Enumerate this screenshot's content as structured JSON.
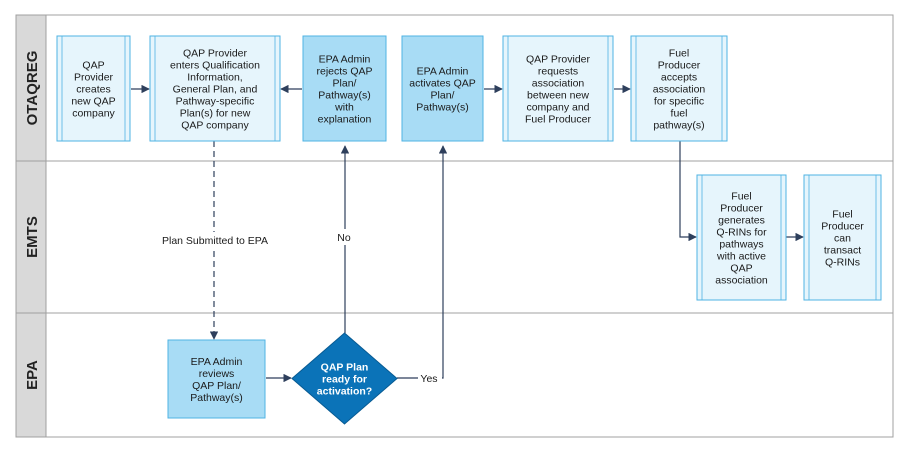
{
  "colors": {
    "lane_header_bg": "#d9d9d9",
    "lane_border": "#a0a0a0",
    "process_fill": "#e6f5fc",
    "process_dark_fill": "#a8dcf5",
    "process_border": "#4fb3e3",
    "decision_fill": "#0b73b8",
    "arrow": "#2e3f5c"
  },
  "lanes": [
    {
      "id": "otaqreg",
      "label": "OTAQREG"
    },
    {
      "id": "emts",
      "label": "EMTS"
    },
    {
      "id": "epa",
      "label": "EPA"
    }
  ],
  "nodes": [
    {
      "id": "n1",
      "type": "process",
      "lines": [
        "QAP",
        "Provider",
        "creates",
        "new QAP",
        "company"
      ]
    },
    {
      "id": "n2",
      "type": "process",
      "lines": [
        "QAP Provider",
        "enters Qualification",
        "Information,",
        "General Plan, and",
        "Pathway-specific",
        "Plan(s) for new",
        "QAP company"
      ]
    },
    {
      "id": "n3",
      "type": "process-dark",
      "lines": [
        "EPA Admin",
        "rejects QAP",
        "Plan/",
        "Pathway(s)",
        "with",
        "explanation"
      ]
    },
    {
      "id": "n4",
      "type": "process-dark",
      "lines": [
        "EPA Admin",
        "activates QAP",
        "Plan/",
        "Pathway(s)"
      ]
    },
    {
      "id": "n5",
      "type": "process",
      "lines": [
        "QAP Provider",
        "requests",
        "association",
        "between new",
        "company and",
        "Fuel Producer"
      ]
    },
    {
      "id": "n6",
      "type": "process",
      "lines": [
        "Fuel",
        "Producer",
        "accepts",
        "association",
        "for specific",
        "fuel",
        "pathway(s)"
      ]
    },
    {
      "id": "n7",
      "type": "process",
      "lines": [
        "Fuel",
        "Producer",
        "generates",
        "Q-RINs for",
        "pathways",
        "with active",
        "QAP",
        "association"
      ]
    },
    {
      "id": "n8",
      "type": "process",
      "lines": [
        "Fuel",
        "Producer",
        "can",
        "transact",
        "Q-RINs"
      ]
    },
    {
      "id": "n9",
      "type": "process-dark",
      "lines": [
        "EPA Admin",
        "reviews",
        "QAP Plan/",
        "Pathway(s)"
      ]
    },
    {
      "id": "n10",
      "type": "decision",
      "lines": [
        "QAP Plan",
        "ready for",
        "activation?"
      ]
    }
  ],
  "edges": [
    {
      "id": "e1",
      "label": ""
    },
    {
      "id": "e2",
      "label": "Plan Submitted to EPA"
    },
    {
      "id": "e3",
      "label": "No"
    },
    {
      "id": "e4",
      "label": "Yes"
    },
    {
      "id": "e5",
      "label": ""
    },
    {
      "id": "e6",
      "label": ""
    },
    {
      "id": "e7",
      "label": ""
    },
    {
      "id": "e8",
      "label": ""
    },
    {
      "id": "e9",
      "label": ""
    },
    {
      "id": "e10",
      "label": ""
    }
  ]
}
